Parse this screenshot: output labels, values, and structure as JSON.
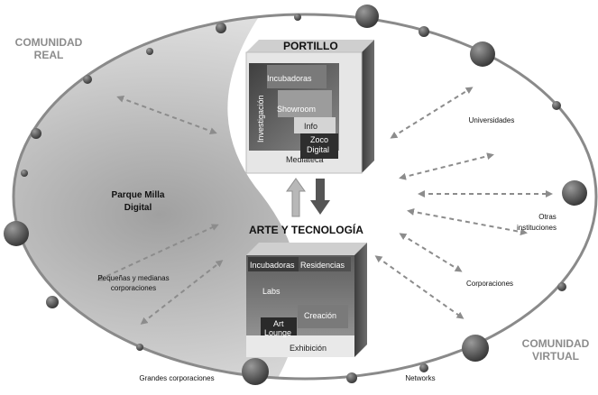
{
  "corners": {
    "top_left": [
      "COMUNIDAD",
      "REAL"
    ],
    "bottom_right": [
      "COMUNIDAD",
      "VIRTUAL"
    ]
  },
  "left_region": {
    "park": [
      "Parque Milla",
      "Digital"
    ],
    "smes": [
      "Pequeñas y medianas",
      "corporaciones"
    ],
    "large": "Grandes corporaciones"
  },
  "right_region": {
    "universities": "Universidades",
    "others": [
      "Otras",
      "instituciones"
    ],
    "corporations": "Corporaciones",
    "networks": "Networks"
  },
  "portillo": {
    "title": "PORTILLO",
    "vertical": "Investigación",
    "incubadoras": "Incubadoras",
    "showroom": "Showroom",
    "info": "Info",
    "zoco": [
      "Zoco",
      "Digital"
    ],
    "mediateca": "Mediateca"
  },
  "arte": {
    "title": "ARTE Y TECNOLOGÍA",
    "incubadoras": "Incubadoras",
    "residencias": "Residencias",
    "labs": "Labs",
    "creacion": "Creación",
    "art_lounge": [
      "Art",
      "Lounge"
    ],
    "exhibicion": "Exhibición"
  },
  "colors": {
    "ellipse_stroke": "#8a8a8a",
    "node_dark": "#4a4a4a",
    "box_dark": "#5a5a5a",
    "box_light": "#e6e6e6",
    "arrow": "#8c8c8c"
  }
}
